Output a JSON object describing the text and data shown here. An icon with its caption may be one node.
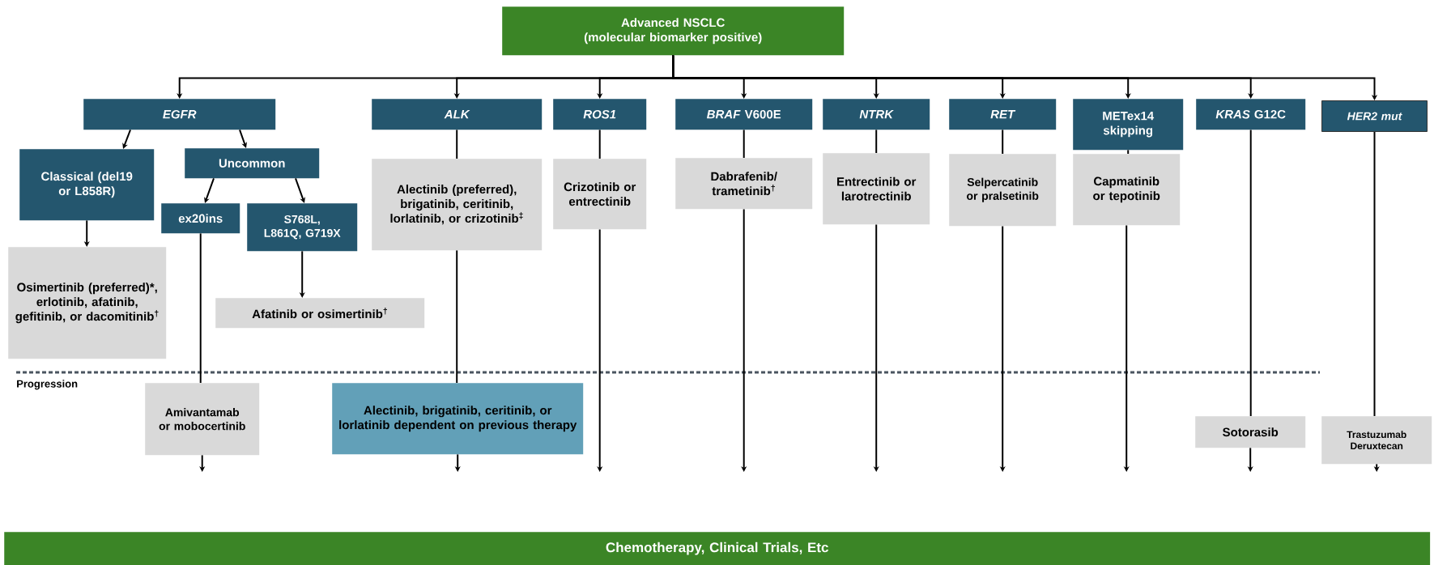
{
  "diagram": {
    "nodes": [
      {
        "text": [
          "Advanced NSCLC",
          "(molecular biomarker positive)"
        ]
      },
      {
        "text": [
          "EGFR"
        ]
      },
      {
        "text": [
          "Classical (del19 or L858R)"
        ]
      },
      {
        "text": [
          "Uncommon"
        ]
      },
      {
        "text": [
          "ex20ins"
        ]
      },
      {
        "text": [
          "S768L, L861Q, G719X"
        ]
      },
      {
        "text": [
          "Osimertinib (preferred)*, erlotinib, afatinib, gefitinib, or dacomitinib$^{†}$"
        ]
      },
      {
        "text": [
          "Afatinib or osimertinib$^{†}$"
        ]
      },
      {
        "text": [
          "ALK"
        ]
      },
      {
        "text": [
          "Alectinib (preferred), brigatinib, ceritinib, lorlatinib, or crizotinib$^{‡}$"
        ]
      },
      {
        "text": [
          "ROS1"
        ]
      },
      {
        "text": [
          "Crizotinib or entrectinib"
        ]
      },
      {
        "text": [
          "*BRAF* V600E"
        ]
      },
      {
        "text": [
          "Dabrafenib/ trametinib$^{†}$"
        ]
      },
      {
        "text": [
          "NTRK"
        ]
      },
      {
        "text": [
          "Entrectinib or larotrectinib"
        ]
      },
      {
        "text": [
          "RET"
        ]
      },
      {
        "text": [
          "Selpercatinib or pralsetinib"
        ]
      },
      {
        "text": [
          "METex14 skipping"
        ]
      },
      {
        "text": [
          "Capmatinib or tepotinib"
        ]
      },
      {
        "text": [
          "*KRAS* G12C"
        ]
      },
      {
        "text": [
          "HER2 mut"
        ]
      },
      {
        "text": [
          "Amivantamab or mobocertinib"
        ]
      },
      {
        "text": [
          "Alectinib, brigatinib, ceritinib, or lorlatinib dependent on previous therapy"
        ]
      },
      {
        "text": [
          "Sotorasib"
        ]
      },
      {
        "text": [
          "Trastuzumab Deruxtecan"
        ]
      },
      {
        "text": [
          "Chemotherapy, Clinical Trials, Etc"
        ]
      }
    ],
    "edges": [
      {
        "from": 0,
        "to": 1,
        "arrow": "to"
      },
      {
        "from": 0,
        "to": 8,
        "arrow": "to"
      },
      {
        "from": 0,
        "to": 10,
        "arrow": "to"
      },
      {
        "from": 0,
        "to": 12,
        "arrow": "to"
      },
      {
        "from": 0,
        "to": 14,
        "arrow": "to"
      },
      {
        "from": 0,
        "to": 16,
        "arrow": "to"
      },
      {
        "from": 0,
        "to": 18,
        "arrow": "to"
      },
      {
        "from": 0,
        "to": 20,
        "arrow": "to"
      },
      {
        "from": 0,
        "to": 21,
        "arrow": "to"
      },
      {
        "from": 1,
        "to": 2,
        "arrow": "to"
      },
      {
        "from": 1,
        "to": 3,
        "arrow": "to"
      },
      {
        "from": 2,
        "to": 6,
        "arrow": "to"
      },
      {
        "from": 3,
        "to": 4,
        "arrow": "to"
      },
      {
        "from": 3,
        "to": 5,
        "arrow": "to"
      },
      {
        "from": 5,
        "to": 7,
        "arrow": "to"
      },
      {
        "from": 4,
        "to": 22,
        "arrow": "none"
      },
      {
        "from": 22,
        "to": null,
        "arrow": "to"
      },
      {
        "from": 8,
        "to": 9,
        "arrow": "none"
      },
      {
        "from": 9,
        "to": 23,
        "arrow": "none"
      },
      {
        "from": 23,
        "to": null,
        "arrow": "to"
      },
      {
        "from": 10,
        "to": 11,
        "arrow": "none"
      },
      {
        "from": 11,
        "to": null,
        "arrow": "to"
      },
      {
        "from": 12,
        "to": 13,
        "arrow": "none"
      },
      {
        "from": 13,
        "to": null,
        "arrow": "to"
      },
      {
        "from": 14,
        "to": 15,
        "arrow": "none"
      },
      {
        "from": 15,
        "to": null,
        "arrow": "to"
      },
      {
        "from": 16,
        "to": 17,
        "arrow": "none"
      },
      {
        "from": 17,
        "to": null,
        "arrow": "to"
      },
      {
        "from": 18,
        "to": 19,
        "arrow": "none"
      },
      {
        "from": 19,
        "to": null,
        "arrow": "to"
      },
      {
        "from": 20,
        "to": 24,
        "arrow": "none"
      },
      {
        "from": 24,
        "to": null,
        "arrow": "to"
      },
      {
        "from": 21,
        "to": 25,
        "arrow": "none"
      },
      {
        "from": 25,
        "to": null,
        "arrow": "to"
      }
    ],
    "labels": [
      "Progression"
    ]
  }
}
